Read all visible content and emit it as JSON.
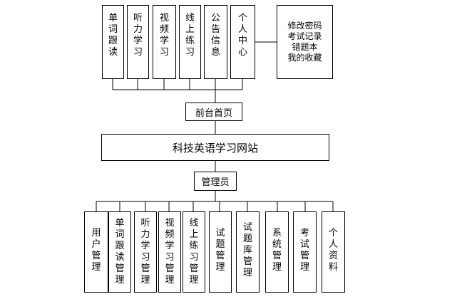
{
  "top": {
    "user_modules": [
      "单\n词\n跟\n读",
      "听\n力\n学\n习",
      "视\n频\n学\n习",
      "线\n上\n练\n习",
      "公\n告\n信\n息",
      "个\n人\n中\n心"
    ],
    "personal_center_detail": "修改密码\n考试记录\n错题本\n我的收藏"
  },
  "front_page": "前台首页",
  "site_title": "科技英语学习网站",
  "admin": "管理员",
  "bottom": {
    "admin_modules": [
      "用\n户\n管\n理",
      "单\n词\n跟\n读\n管\n理",
      "听\n力\n学\n习\n管\n理",
      "视\n频\n学\n习\n管\n理",
      "线\n上\n练\n习\n管\n理",
      "试\n题\n管\n理",
      "试\n题\n库\n管\n理",
      "系\n统\n管\n理",
      "考\n试\n管\n理",
      "个\n人\n资\n料"
    ]
  }
}
